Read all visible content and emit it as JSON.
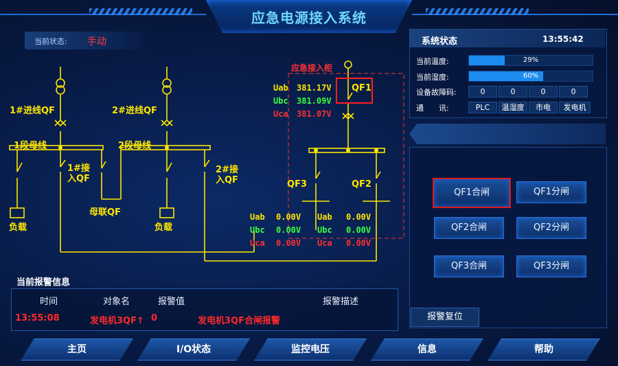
{
  "header": {
    "title": "应急电源接入系统"
  },
  "mode": {
    "label": "当前状态:",
    "value": "手动"
  },
  "diagram": {
    "incoming1": "1#进线QF",
    "incoming2": "2#进线QF",
    "bus1": "1段母线",
    "bus2": "2段母线",
    "access1": "1#接\n入QF",
    "access2": "2#接\n入QF",
    "tie": "母联QF",
    "load1": "负载",
    "load2": "负载",
    "cabinet": "应急接入柜",
    "qf1": "QF1",
    "qf2": "QF2",
    "qf3": "QF3",
    "meter_top": [
      {
        "name": "Uab",
        "value": "381.17V",
        "color": "yellow"
      },
      {
        "name": "Ubc",
        "value": "381.09V",
        "color": "green"
      },
      {
        "name": "Uca",
        "value": "381.07V",
        "color": "red"
      }
    ],
    "meter_left": [
      {
        "name": "Uab",
        "value": "0.00V"
      },
      {
        "name": "Ubc",
        "value": "0.00V"
      },
      {
        "name": "Uca",
        "value": "0.00V"
      }
    ],
    "meter_right": [
      {
        "name": "Uab",
        "value": "0.00V"
      },
      {
        "name": "Ubc",
        "value": "0.00V"
      },
      {
        "name": "Uca",
        "value": "0.00V"
      }
    ]
  },
  "system": {
    "title": "系统状态",
    "time": "13:55:42",
    "temp_label": "当前温度:",
    "temp_value": "29%",
    "temp_fraction": 0.29,
    "humid_label": "当前湿度:",
    "humid_value": "60%",
    "humid_fraction": 0.6,
    "fault_label": "设备故障码:",
    "fault_codes": [
      "0",
      "0",
      "0",
      "0"
    ],
    "comm_label": "通　　讯:",
    "comm_items": [
      "PLC",
      "温湿度",
      "市电",
      "发电机"
    ]
  },
  "controls": {
    "buttons": [
      {
        "label": "QF1合闸"
      },
      {
        "label": "QF1分闸"
      },
      {
        "label": "QF2合闸"
      },
      {
        "label": "QF2分闸"
      },
      {
        "label": "QF3合闸"
      },
      {
        "label": "QF3分闸"
      }
    ],
    "reset": "报警复位"
  },
  "alarm": {
    "title": "当前报警信息",
    "headers": {
      "time": "时间",
      "object": "对象名",
      "value": "报警值",
      "desc": "报警描述"
    },
    "row": {
      "time": "13:55:08",
      "object": "发电机3QF↑",
      "value": "0",
      "desc": "发电机3QF合闸报警"
    }
  },
  "nav": [
    "主页",
    "I/O状态",
    "监控电压",
    "信息",
    "帮助"
  ],
  "colors": {
    "line": "#ffe600",
    "alarm": "#ff2a2a",
    "accent": "#6fd6ff"
  }
}
